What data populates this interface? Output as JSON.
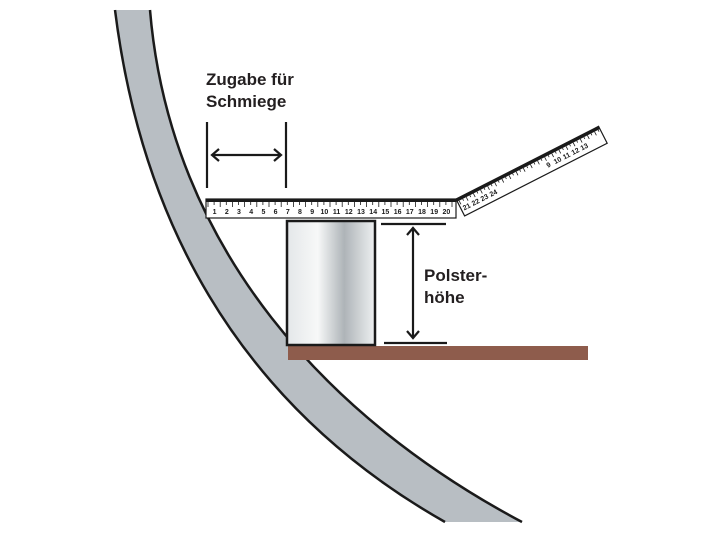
{
  "labels": {
    "allowance_line1": "Zugabe für",
    "allowance_line2": "Schmiege",
    "height_line1": "Polster-",
    "height_line2": "höhe"
  },
  "ruler_horizontal": {
    "numbers": [
      "1",
      "2",
      "3",
      "4",
      "5",
      "6",
      "7",
      "8",
      "9",
      "10",
      "11",
      "12",
      "13",
      "14",
      "15",
      "16",
      "17",
      "18",
      "19",
      "20"
    ]
  },
  "ruler_angled": {
    "numbers": [
      "21",
      "22",
      "23",
      "24",
      "9",
      "10",
      "11",
      "12",
      "13"
    ]
  },
  "colors": {
    "pipe_fill": "#b8bec3",
    "outline": "#1a1a1a",
    "floor": "#8e5c4c",
    "text": "#231f20"
  }
}
